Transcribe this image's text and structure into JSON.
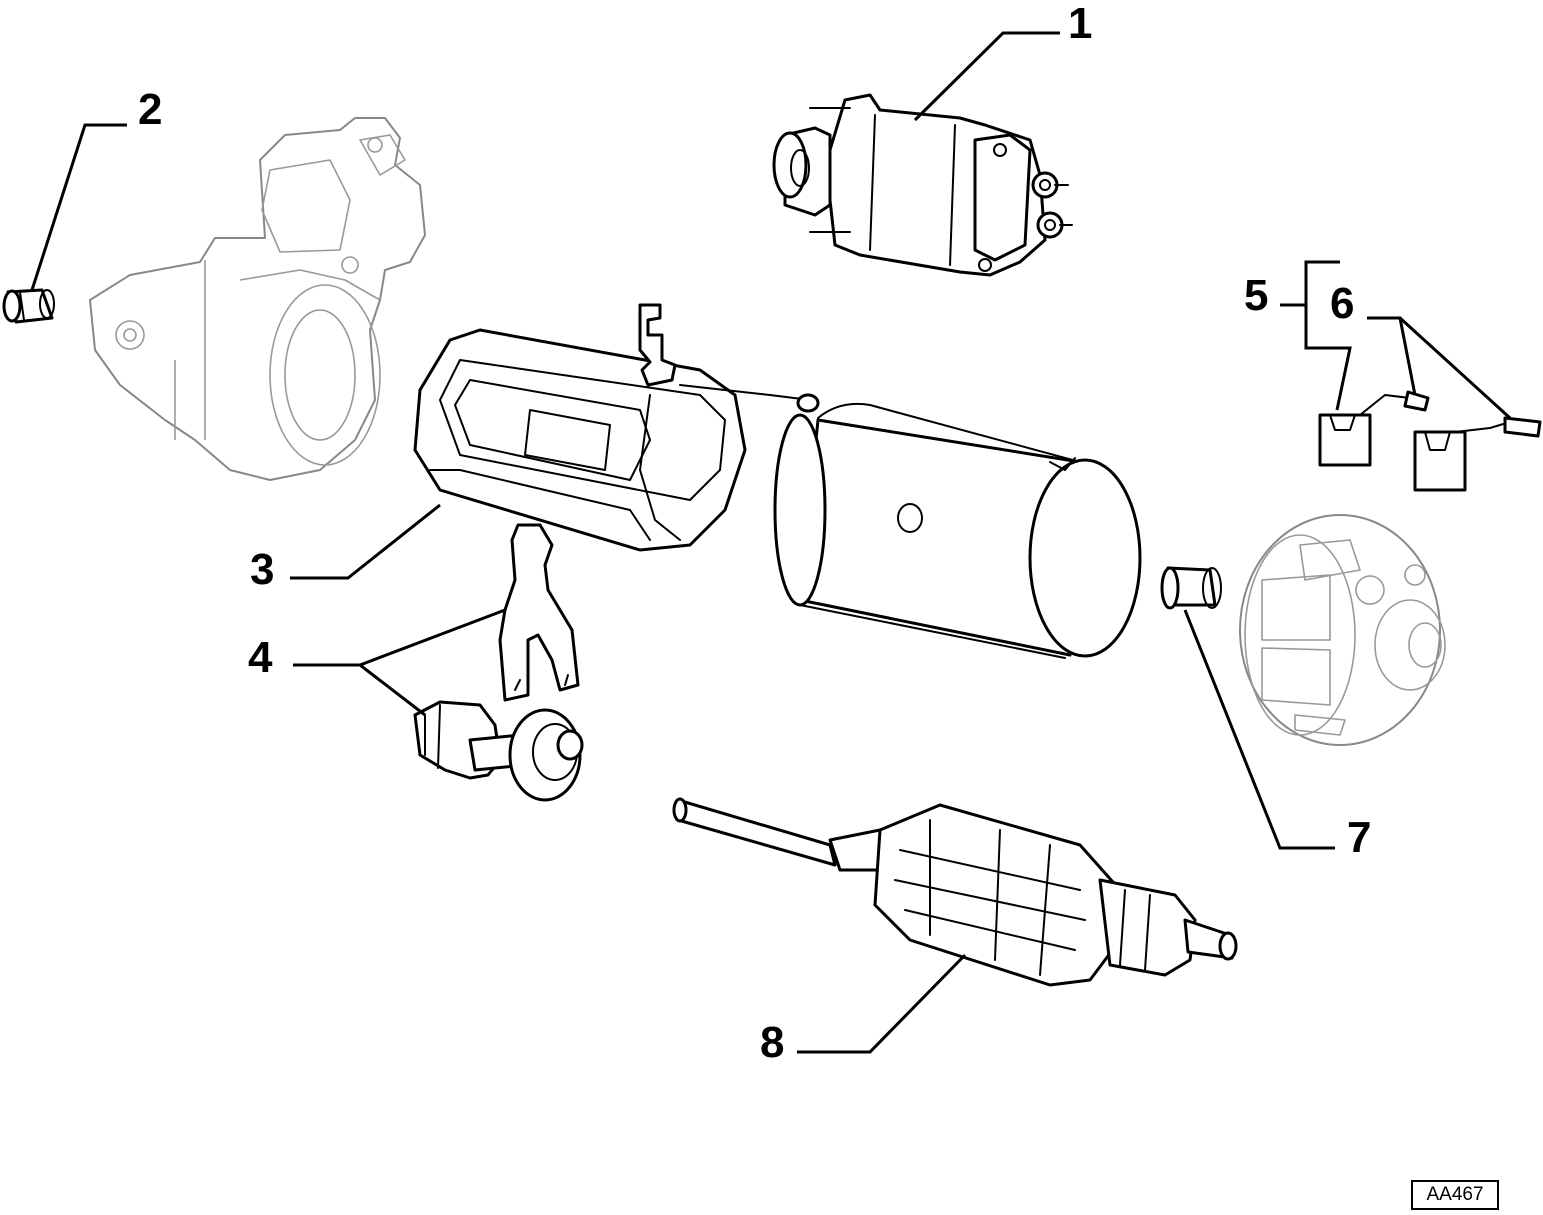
{
  "callouts": {
    "c1": "1",
    "c2": "2",
    "c3": "3",
    "c4": "4",
    "c5": "5",
    "c6": "6",
    "c7": "7",
    "c8": "8"
  },
  "reference_code": "AA467",
  "colors": {
    "ink": "#000000",
    "ghost": "#888888",
    "background": "#ffffff"
  }
}
